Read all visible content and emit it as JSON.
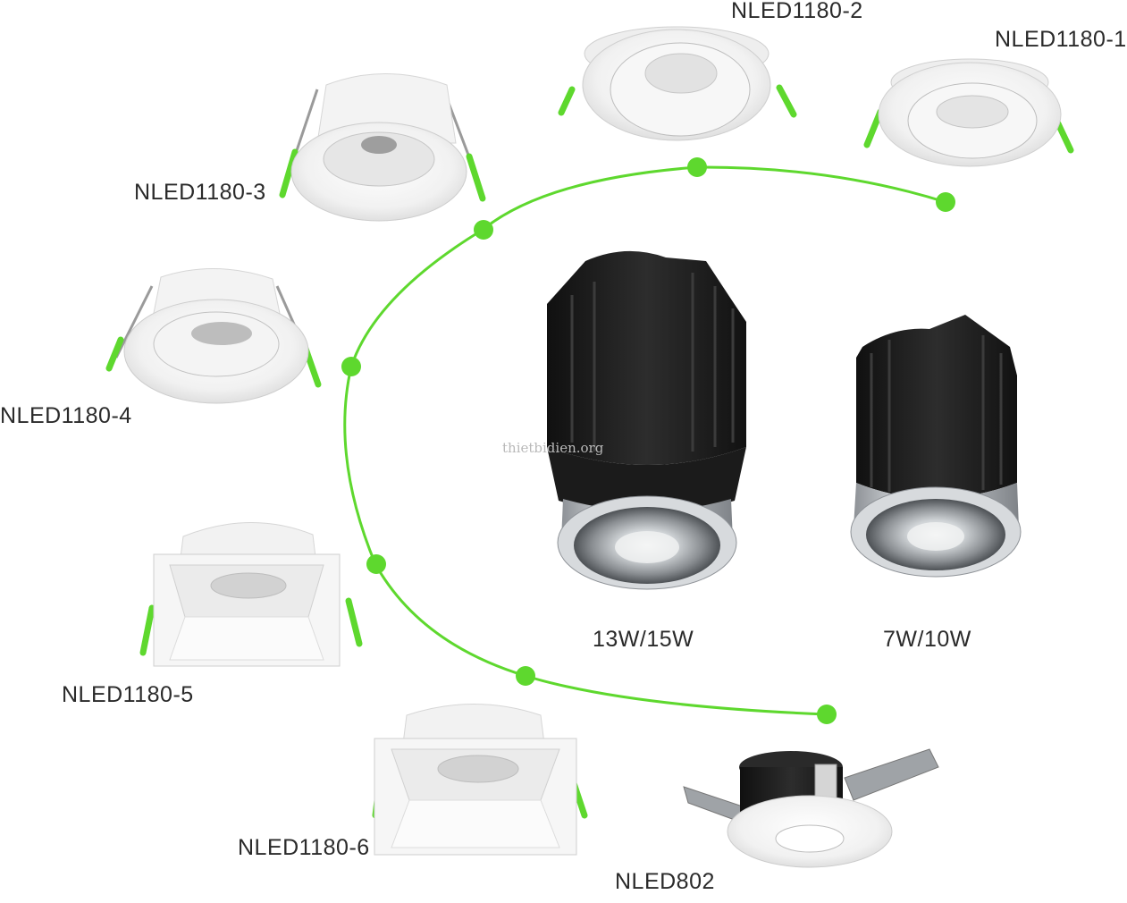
{
  "products": {
    "nled1180_1": "NLED1180-1",
    "nled1180_2": "NLED1180-2",
    "nled1180_3": "NLED1180-3",
    "nled1180_4": "NLED1180-4",
    "nled1180_5": "NLED1180-5",
    "nled1180_6": "NLED1180-6",
    "nled802": "NLED802"
  },
  "modules": {
    "large_power": "13W/15W",
    "small_power": "7W/10W"
  },
  "watermark": "thietbidien.org",
  "colors": {
    "accent_green": "#5ed82e",
    "fixture_white": "#f4f4f4",
    "heatsink_black": "#1f1f1f",
    "ring_silver": "#b8bcc0"
  }
}
